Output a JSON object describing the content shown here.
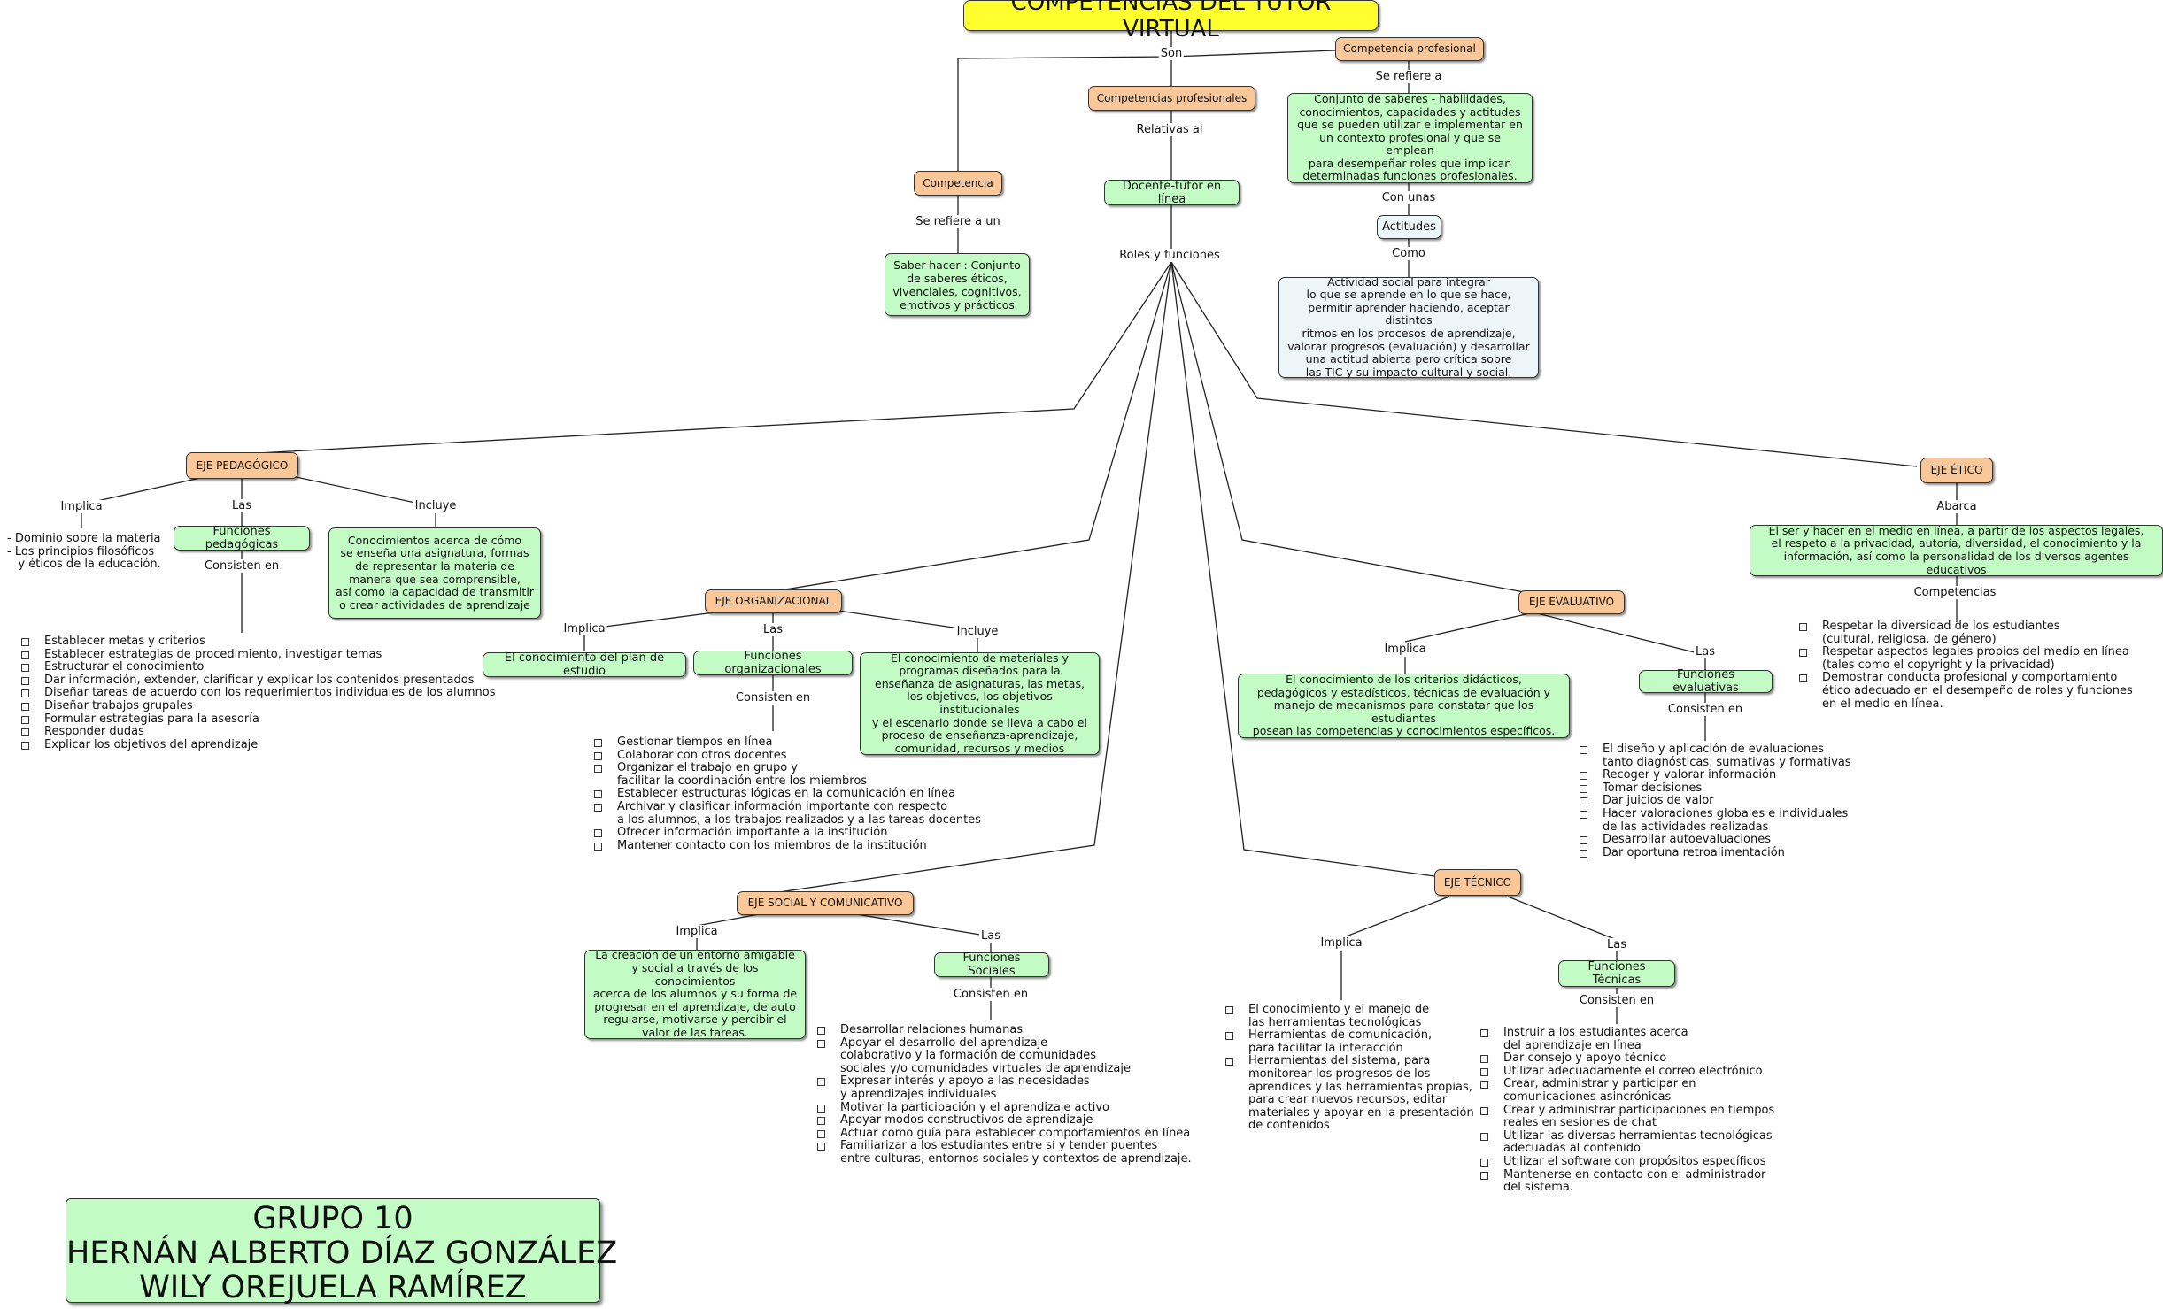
{
  "title": "COMPETENCIAS DEL TUTOR VIRTUAL",
  "nodes": {
    "competencia_profesional": "Competencia  profesional",
    "competencias_profesionales": "Competencias profesionales",
    "competencia": "Competencia",
    "docente_tutor": "Docente-tutor en línea",
    "conjunto_saberes": "Conjunto de saberes - habilidades,\nconocimientos, capacidades y actitudes\nque se pueden utilizar e implementar en\nun contexto profesional y que se emplean\npara desempeñar roles que implican\ndeterminadas funciones profesionales.",
    "saber_hacer": "Saber-hacer : Conjunto\nde saberes éticos,\nvivenciales, cognitivos,\nemotivos y prácticos",
    "actitudes": "Actitudes",
    "actividad_social": "Actividad social para integrar\nlo que se aprende en lo que se hace,\npermitir aprender haciendo, aceptar distintos\nritmos en los procesos de aprendizaje,\nvalorar progresos (evaluación) y desarrollar\nuna actitud abierta pero crítica sobre\nlas TIC y su impacto cultural y social.",
    "eje_pedagogico": "EJE PEDAGÓGICO",
    "funciones_pedagogicas": "Funciones pedagógicas",
    "conocimientos_asignatura": "Conocimientos acerca de cómo\nse enseña una asignatura, formas\nde representar la materia de\nmanera que sea comprensible,\nasí como la capacidad de transmitir\no crear actividades de aprendizaje",
    "eje_organizacional": "EJE ORGANIZACIONAL",
    "plan_estudio": "El conocimiento del plan de estudio",
    "funciones_organizacionales": "Funciones organizacionales",
    "conocimiento_materiales": "El conocimiento de materiales y\nprogramas diseñados para la\nenseñanza de asignaturas, las metas,\nlos objetivos, los objetivos institucionales\ny el escenario donde se lleva a cabo el\nproceso de enseñanza-aprendizaje,\ncomunidad, recursos y medios",
    "eje_evaluativo": "EJE EVALUATIVO",
    "criterios_didacticos": "El conocimiento de los criterios didácticos,\npedagógicos y estadísticos, técnicas de evaluación y\nmanejo de mecanismos para constatar que los estudiantes\nposean las competencias y conocimientos específicos.",
    "funciones_evaluativas": "Funciones evaluativas",
    "eje_etico": "EJE ÉTICO",
    "ser_hacer": "El ser y hacer en el medio en línea, a partir de los aspectos legales,\nel respeto a la privacidad, autoría, diversidad, el conocimiento y la\ninformación, así como la personalidad de los diversos agentes educativos",
    "eje_social": "EJE SOCIAL Y COMUNICATIVO",
    "entorno_amigable": "La creación de un entorno amigable\ny social a través de los conocimientos\nacerca de los alumnos y su forma de\nprogresar en el aprendizaje, de auto\nregularse, motivarse y percibir el\nvalor de las tareas.",
    "funciones_sociales": "Funciones Sociales",
    "eje_tecnico": "EJE TÉCNICO",
    "funciones_tecnicas": "Funciones Técnicas"
  },
  "links": {
    "son": "Son",
    "se_refiere_a": "Se refiere a",
    "relativas_al": "Relativas al",
    "se_refiere_a_un": "Se refiere a un",
    "con_unas": "Con unas",
    "como": "Como",
    "roles_funciones": "Roles y funciones",
    "ped_implica": "Implica",
    "ped_las": "Las",
    "ped_incluye": "Incluye",
    "ped_consisten": "Consisten en",
    "org_implica": "Implica",
    "org_las": "Las",
    "org_incluye": "Incluye",
    "org_consisten": "Consisten en",
    "eval_implica": "Implica",
    "eval_las": "Las",
    "eval_consisten": "Consisten en",
    "etico_abarca": "Abarca",
    "etico_competencias": "Competencias",
    "soc_implica": "Implica",
    "soc_las": "Las",
    "soc_consisten": "Consisten en",
    "tec_implica": "Implica",
    "tec_las": "Las",
    "tec_consisten": "Consisten en"
  },
  "texts": {
    "ped_implica_text": "- Dominio sobre la materia\n- Los principios filosóficos\n   y éticos de la educación."
  },
  "lists": {
    "funciones_pedagogicas": [
      "Establecer metas y criterios",
      "Establecer estrategias de procedimiento, investigar temas",
      "Estructurar el conocimiento",
      "Dar información, extender, clarificar y explicar los contenidos presentados",
      "Diseñar tareas de acuerdo con los requerimientos individuales de los alumnos",
      "Diseñar trabajos grupales",
      "Formular estrategias para la asesoría",
      "Responder dudas",
      "Explicar los objetivos del aprendizaje"
    ],
    "funciones_organizacionales": [
      "Gestionar tiempos en línea",
      "Colaborar con otros docentes",
      "Organizar el trabajo en grupo y\nfacilitar la coordinación entre los miembros",
      "Establecer estructuras lógicas en la comunicación en línea",
      "Archivar y clasificar información importante con respecto\na los alumnos, a los trabajos realizados y a las tareas docentes",
      "Ofrecer información importante a la institución",
      "Mantener contacto con los miembros de la institución"
    ],
    "funciones_evaluativas": [
      "El diseño y aplicación de evaluaciones\ntanto diagnósticas, sumativas y formativas",
      "Recoger y valorar información",
      "Tomar decisiones",
      "Dar juicios de valor",
      "Hacer valoraciones globales e individuales\nde las actividades realizadas",
      "Desarrollar autoevaluaciones",
      "Dar oportuna retroalimentación"
    ],
    "competencias_eticas": [
      "Respetar la diversidad de los estudiantes\n(cultural, religiosa, de género)",
      "Respetar aspectos legales propios del medio en línea\n(tales como el copyright y la privacidad)",
      "Demostrar conducta profesional y comportamiento\nético adecuado en el desempeño de roles y funciones\nen el medio en línea."
    ],
    "funciones_sociales": [
      "Desarrollar relaciones humanas",
      "Apoyar el desarrollo del aprendizaje\ncolaborativo y la formación de comunidades\nsociales y/o comunidades virtuales de aprendizaje",
      "Expresar interés y apoyo a las necesidades\ny aprendizajes individuales",
      "Motivar la participación y el aprendizaje activo",
      "Apoyar modos constructivos de aprendizaje",
      "Actuar como guía para establecer comportamientos en línea",
      "Familiarizar a los estudiantes entre sí y tender puentes\nentre culturas, entornos sociales y contextos de aprendizaje."
    ],
    "tec_implica": [
      "El conocimiento y el manejo de\nlas herramientas tecnológicas",
      "Herramientas de comunicación,\npara facilitar la interacción",
      "Herramientas del sistema, para\nmonitorear los progresos de los\naprendices y las herramientas propias,\npara crear nuevos recursos, editar\nmateriales y apoyar en la presentación\nde contenidos"
    ],
    "funciones_tecnicas": [
      "Instruir a los estudiantes acerca\ndel aprendizaje en línea",
      "Dar consejo y apoyo técnico",
      "Utilizar adecuadamente el correo electrónico",
      "Crear, administrar y participar en\ncomunicaciones asincrónicas",
      "Crear y administrar participaciones en tiempos\nreales en sesiones de chat",
      "Utilizar las diversas herramientas tecnológicas\nadecuadas al contenido",
      "Utilizar el software con propósitos específicos",
      "Mantenerse en contacto con el administrador\ndel sistema."
    ]
  },
  "group": {
    "line1": "GRUPO 10",
    "line2": "HERNÁN ALBERTO DÍAZ GONZÁLEZ",
    "line3": "WILY OREJUELA RAMÍREZ"
  },
  "colors": {
    "title_bg": "#ffff2e",
    "eje_bg": "#fac898",
    "content_bg": "#c2fbc3",
    "neutral_bg": "#eef5f8"
  }
}
